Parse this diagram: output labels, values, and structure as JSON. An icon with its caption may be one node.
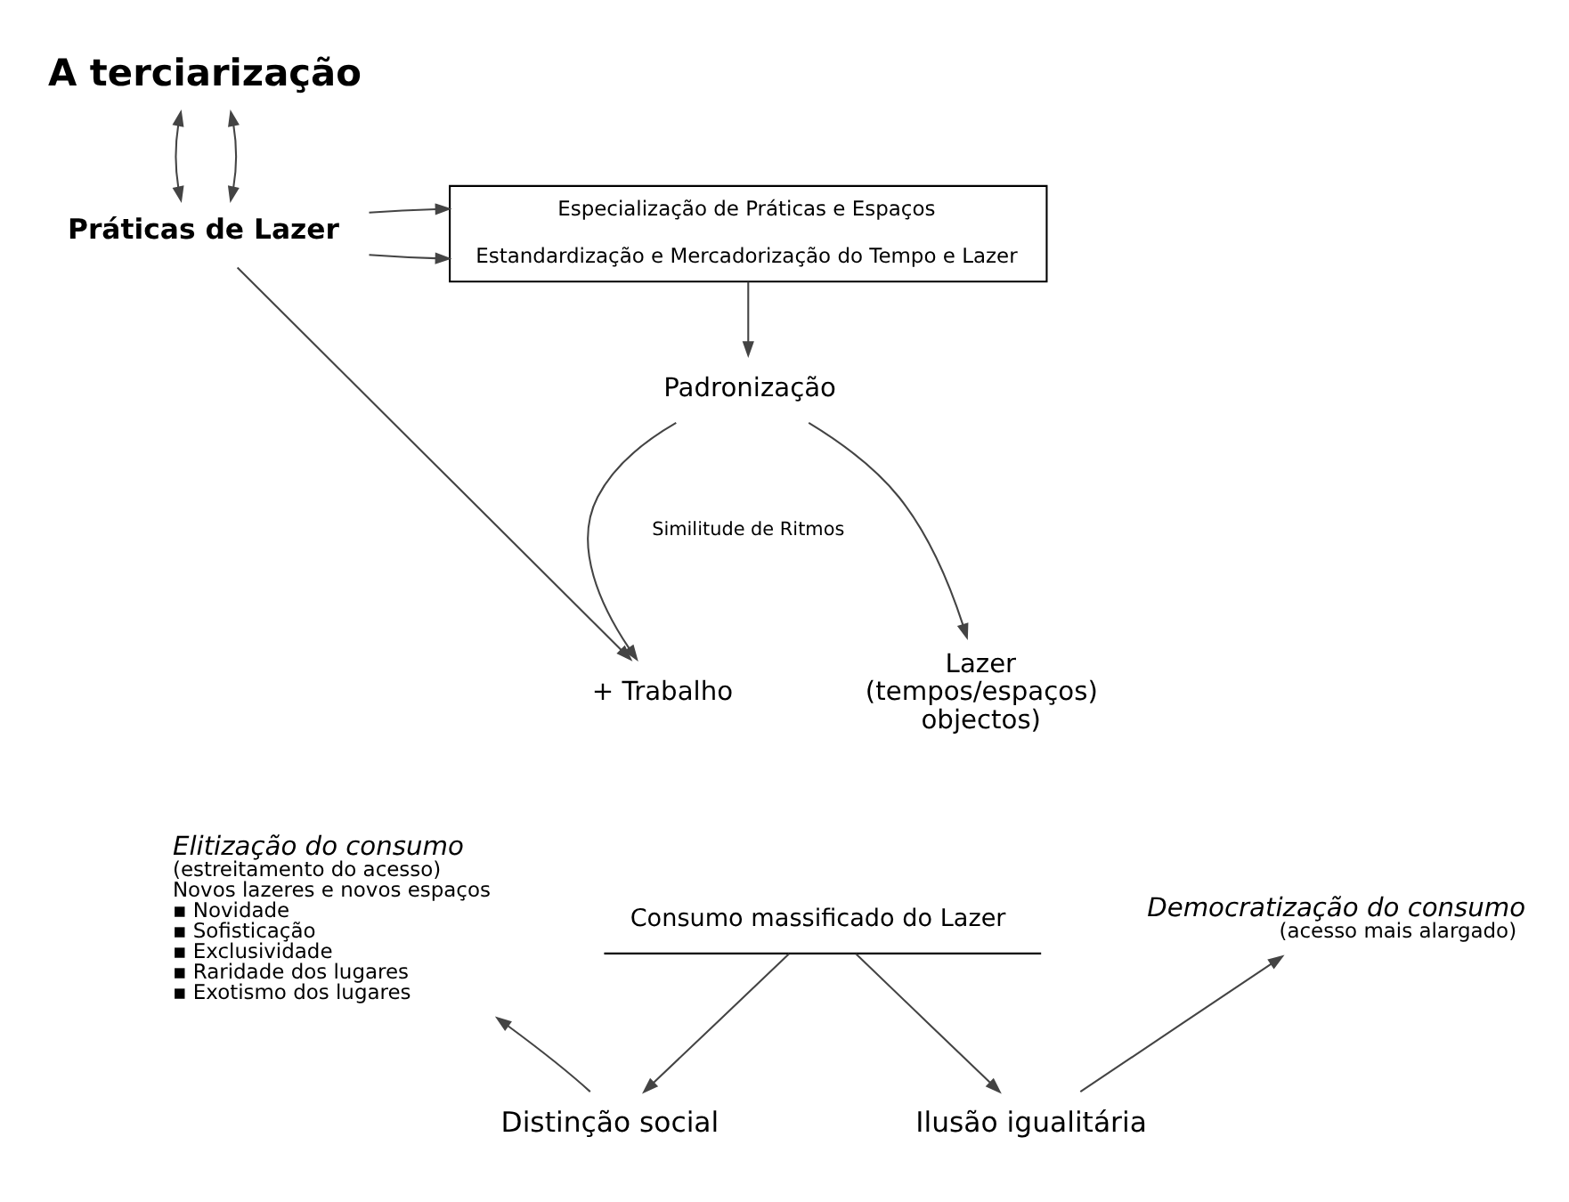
{
  "diagram": {
    "nodes": [
      {
        "text": [
          "A terciarização"
        ]
      },
      {
        "text": [
          "Práticas de Lazer"
        ]
      },
      {
        "text": [
          "Especialização de Práticas e Espaços",
          "Estandardização e Mercadorização do Tempo e Lazer"
        ]
      },
      {
        "text": [
          "Padronização"
        ]
      },
      {
        "text": [
          "+ Trabalho"
        ]
      },
      {
        "text": [
          "Lazer (tempos/espaços) objectos)"
        ]
      },
      {
        "text": [
          "Consumo massificado do Lazer"
        ]
      },
      {
        "text": [
          "Elitização do consumo",
          "(estreitamento do acesso)",
          "Novos lazeres e novos espaços",
          "▪ Novidade",
          "▪ Sofisticação",
          "▪ Exclusividade",
          "▪ Raridade dos lugares",
          "▪ Exotismo dos lugares"
        ]
      },
      {
        "text": [
          "Democratização do consumo",
          "(acesso mais alargado)"
        ]
      },
      {
        "text": [
          "Distinção social"
        ]
      },
      {
        "text": [
          "Ilusão igualitária"
        ]
      }
    ],
    "edges": [
      {
        "from": 0,
        "to": 1,
        "arrow": "both"
      },
      {
        "from": 0,
        "to": 1,
        "arrow": "both"
      },
      {
        "from": 1,
        "to": 2,
        "arrow": "to"
      },
      {
        "from": 1,
        "to": 2,
        "arrow": "to"
      },
      {
        "from": 2,
        "to": 3,
        "arrow": "to"
      },
      {
        "from": 3,
        "to": 4,
        "arrow": "to"
      },
      {
        "from": 3,
        "to": 5,
        "arrow": "to"
      },
      {
        "from": 1,
        "to": 4,
        "arrow": "to"
      },
      {
        "from": 6,
        "to": 9,
        "arrow": "to"
      },
      {
        "from": 6,
        "to": 10,
        "arrow": "to"
      },
      {
        "from": 9,
        "to": 7,
        "arrow": "to"
      },
      {
        "from": 10,
        "to": 8,
        "arrow": "to"
      }
    ],
    "labels": [
      "Similitude de Ritmos"
    ]
  }
}
